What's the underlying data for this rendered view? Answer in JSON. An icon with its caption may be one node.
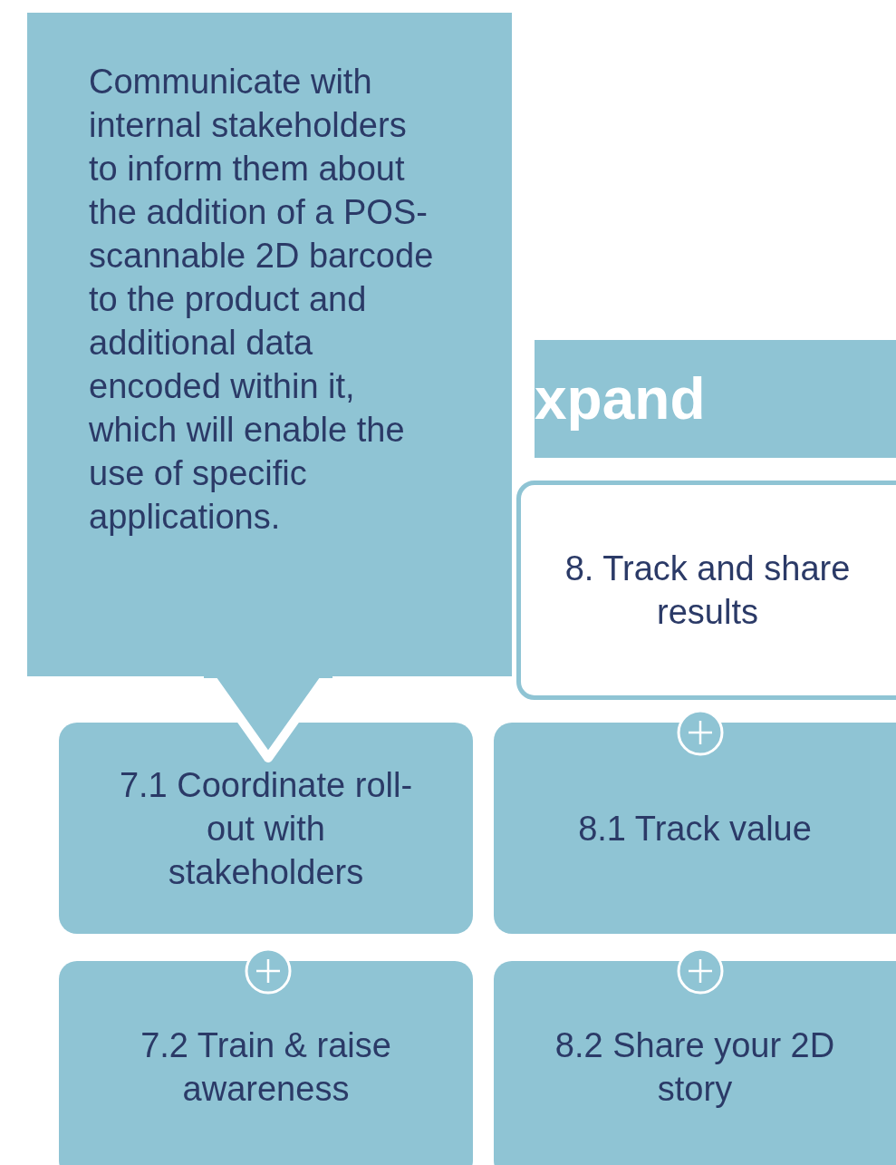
{
  "diagram": {
    "nodes": [
      {
        "text": [
          "Communicate with internal stakeholders to inform them about the addition of a POS-scannable 2D barcode to the product and additional data encoded within it, which will enable the use of specific applications."
        ]
      },
      {
        "text": [
          "xpand"
        ]
      },
      {
        "text": [
          "8. Track and share results"
        ]
      },
      {
        "text": [
          "7.1 Coordinate roll-out with stakeholders"
        ]
      },
      {
        "text": [
          "8.1 Track value"
        ]
      },
      {
        "text": [
          "7.2 Train & raise awareness"
        ]
      },
      {
        "text": [
          "8.2 Share your 2D story"
        ]
      }
    ]
  }
}
